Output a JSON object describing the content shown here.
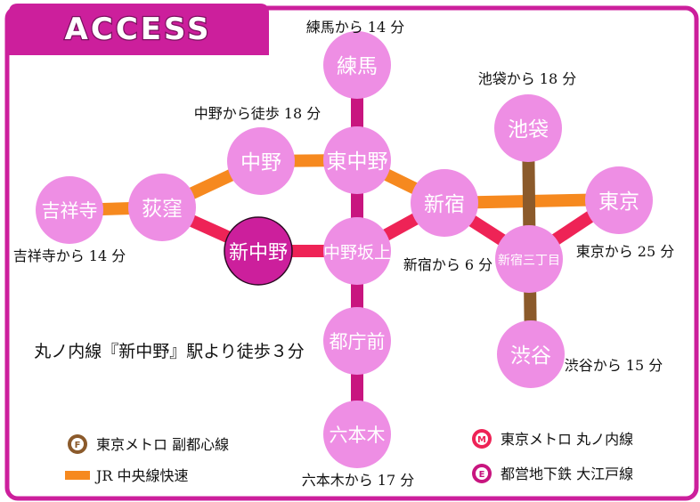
{
  "header": {
    "title": "ACCESS"
  },
  "colors": {
    "frame": "#cc1f9c",
    "station": "#ee8ee4",
    "highlight": "#cc1f9c",
    "marunouchi": "#ee2356",
    "chuo": "#f6891f",
    "fukutoshin": "#8b5a2b",
    "oedo": "#c8157f"
  },
  "stations": {
    "nerima": "練馬",
    "higashi_nakano": "東中野",
    "nakano": "中野",
    "ikebukuro": "池袋",
    "kichijoji": "吉祥寺",
    "ogikubo": "荻窪",
    "shinjuku": "新宿",
    "tokyo": "東京",
    "shin_nakano": "新中野",
    "nakano_sakaue": "中野坂上",
    "shinjuku_sanchome": "新宿三丁目",
    "tochomae": "都庁前",
    "shibuya": "渋谷",
    "roppongi": "六本木"
  },
  "notes": {
    "nerima": "練馬から 14 分",
    "nakano": "中野から徒歩 18 分",
    "ikebukuro": "池袋から 18 分",
    "kichijoji": "吉祥寺から 14 分",
    "shinjuku": "新宿から 6 分",
    "tokyo": "東京から 25 分",
    "shibuya": "渋谷から 15 分",
    "roppongi": "六本木から 17 分",
    "main_access": "丸ノ内線『新中野』駅より徒歩３分"
  },
  "legend": {
    "fukutoshin": {
      "icon": "F",
      "label": "東京メトロ 副都心線"
    },
    "chuo": {
      "label": "JR 中央線快速"
    },
    "marunouchi": {
      "icon": "M",
      "label": "東京メトロ 丸ノ内線"
    },
    "oedo": {
      "icon": "E",
      "label": "都営地下鉄 大江戸線"
    }
  }
}
